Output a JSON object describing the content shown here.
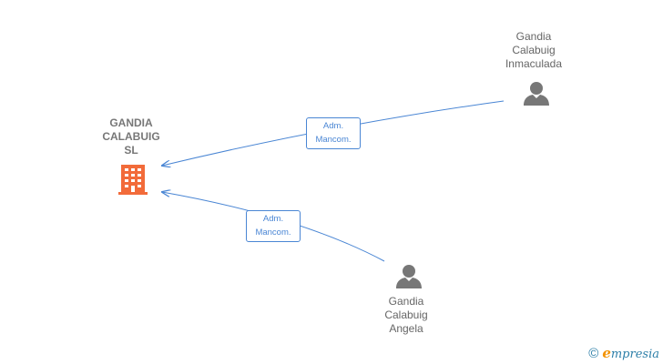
{
  "colors": {
    "edge": "#4a86d4",
    "company_icon": "#f26b3a",
    "person_icon": "#777777"
  },
  "company": {
    "label": "GANDIA\nCALABUIG\nSL",
    "icon": "building-icon"
  },
  "persons": [
    {
      "label": "Gandia\nCalabuig\nInmaculada",
      "icon": "person-icon"
    },
    {
      "label": "Gandia\nCalabuig\nAngela",
      "icon": "person-icon"
    }
  ],
  "edges": [
    {
      "label": "Adm.\nMancom."
    },
    {
      "label": "Adm.\nMancom."
    }
  ],
  "footer": {
    "copyright_symbol": "©",
    "brand_first": "e",
    "brand_rest": "mpresia"
  }
}
